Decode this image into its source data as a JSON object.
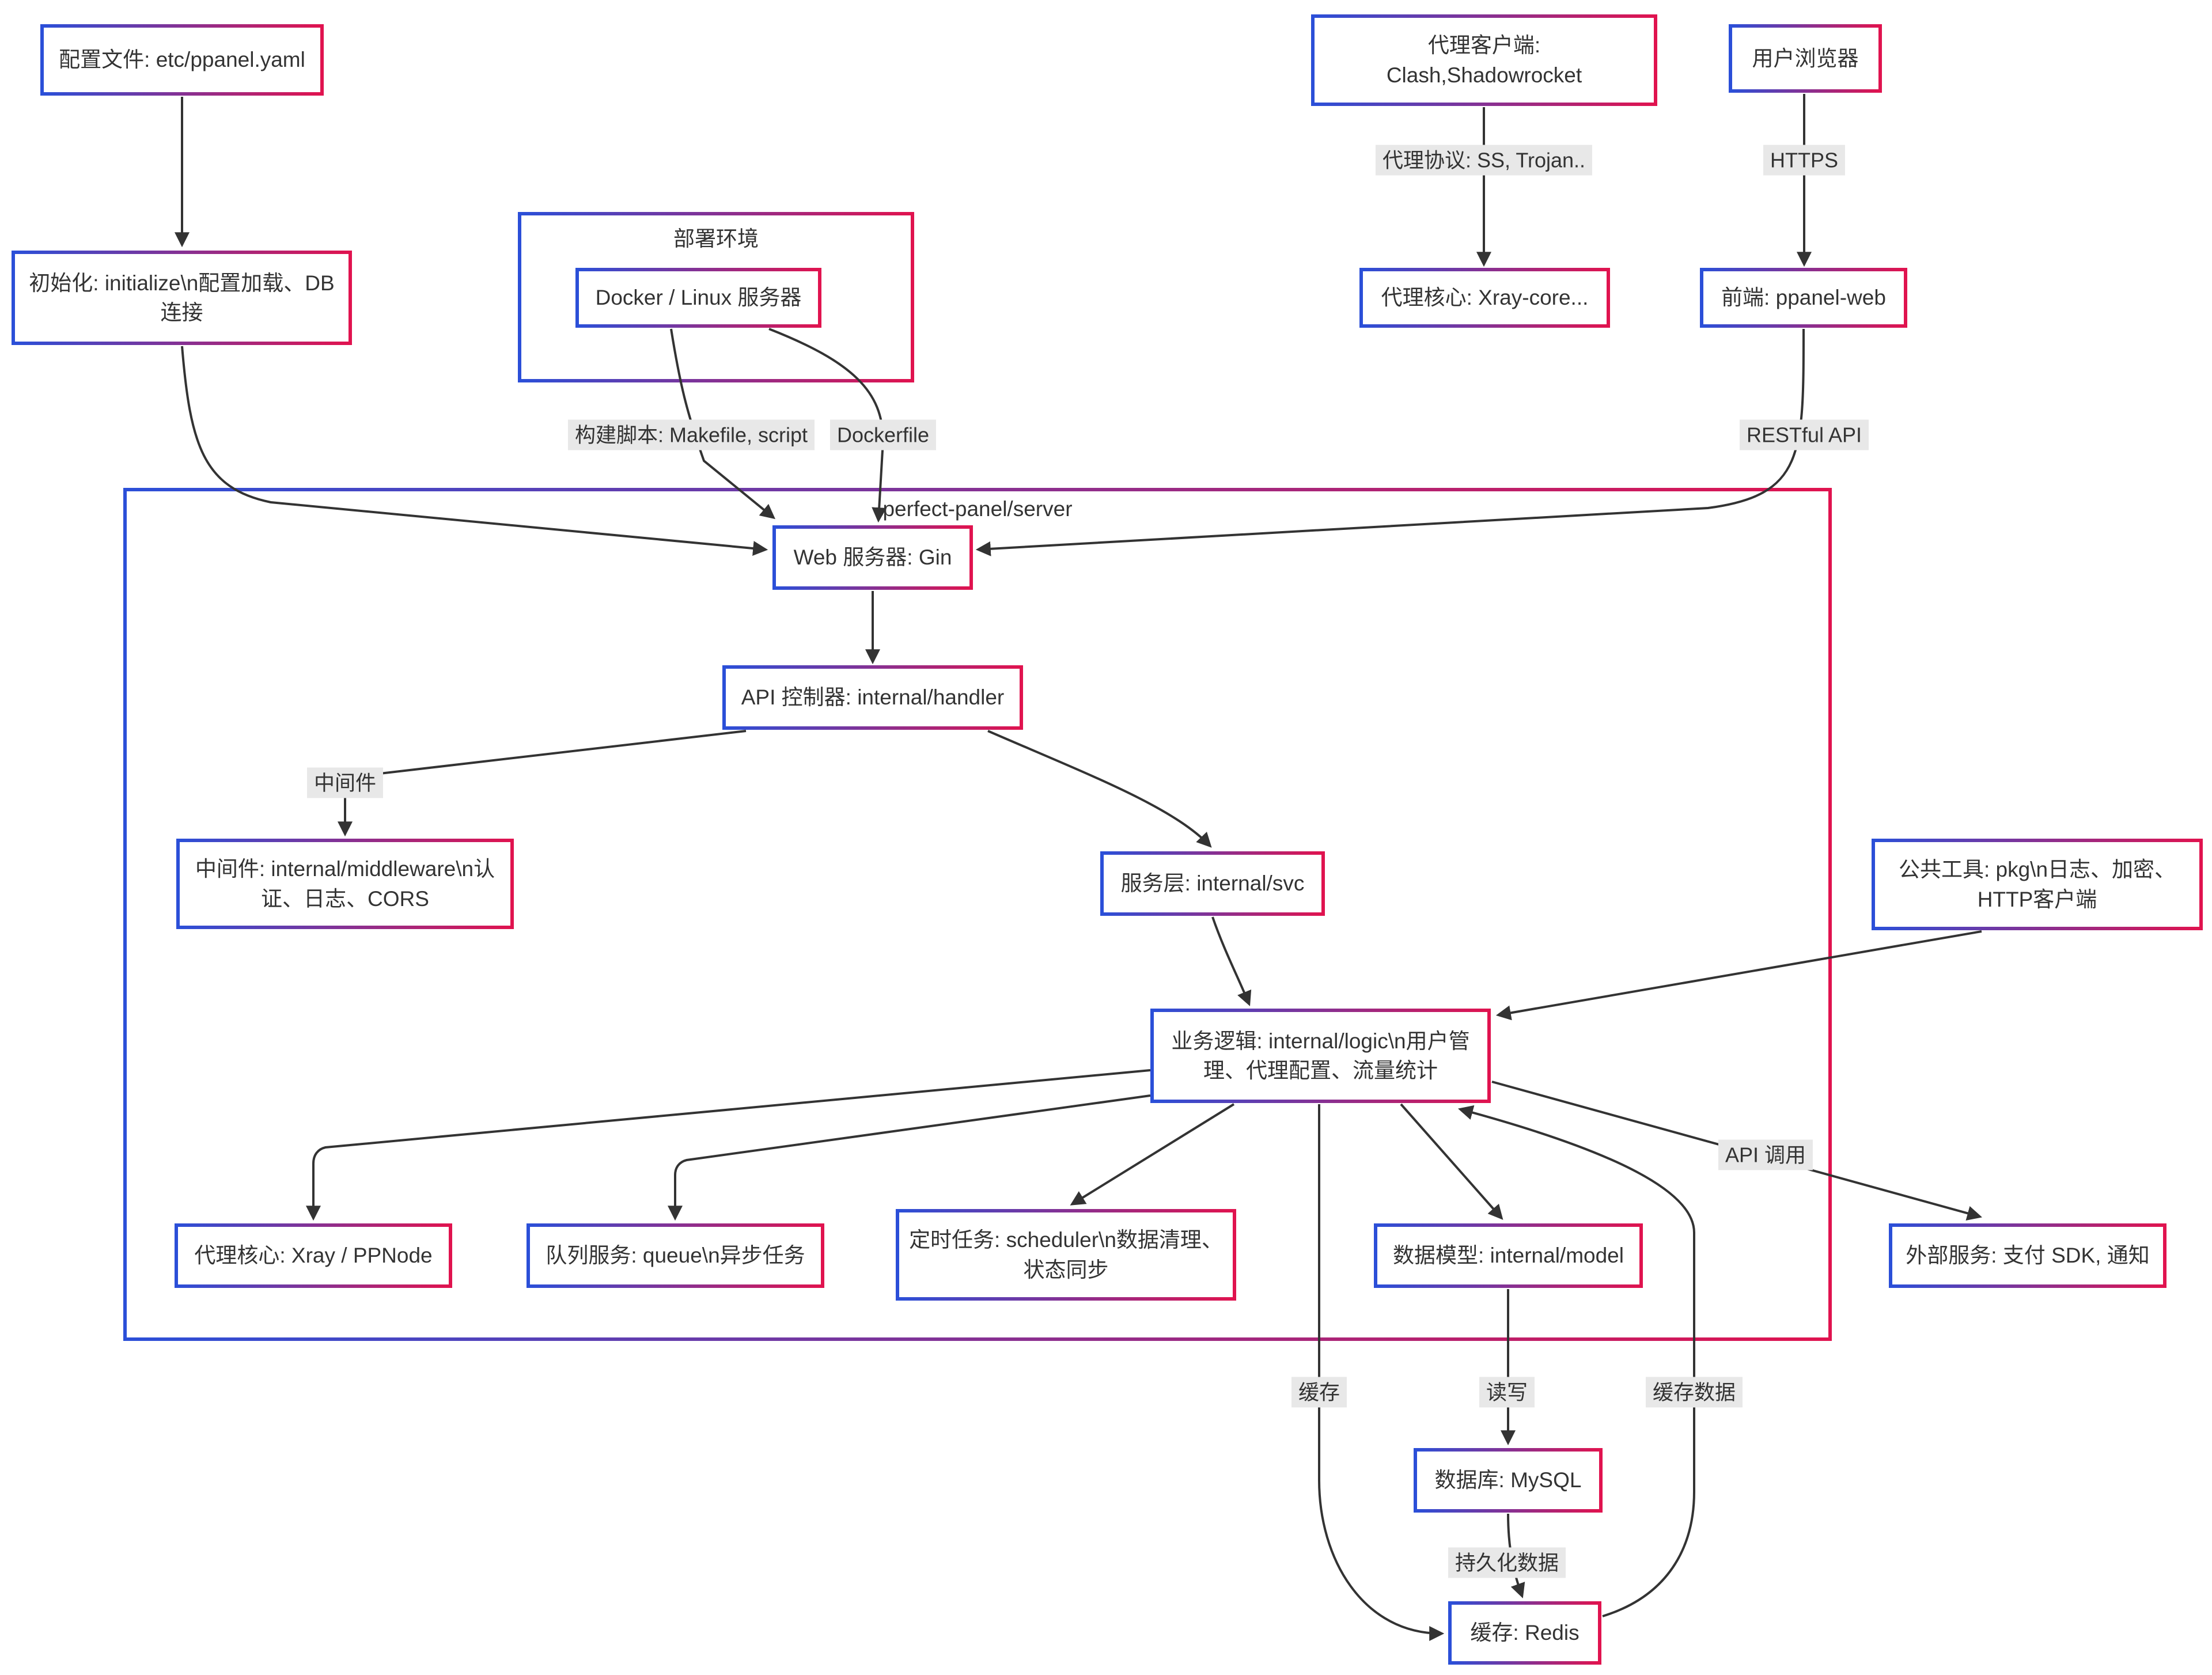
{
  "diagram": {
    "containers": [
      {
        "id": "deploy-env",
        "title": "部署环境"
      },
      {
        "id": "pps",
        "title": "perfect-panel/server"
      }
    ],
    "nodes": [
      {
        "id": "config-file",
        "label": "配置文件: etc/ppanel.yaml"
      },
      {
        "id": "init",
        "label": "初始化: initialize\\n配置加载、DB连接"
      },
      {
        "id": "docker",
        "label": "Docker / Linux 服务器"
      },
      {
        "id": "proxy-client",
        "label": "代理客户端:\nClash,Shadowrocket"
      },
      {
        "id": "proxy-core",
        "label": "代理核心: Xray-core..."
      },
      {
        "id": "browser",
        "label": "用户浏览器"
      },
      {
        "id": "frontend",
        "label": "前端: ppanel-web"
      },
      {
        "id": "web-server",
        "label": "Web 服务器: Gin"
      },
      {
        "id": "api-handler",
        "label": "API 控制器: internal/handler"
      },
      {
        "id": "middleware",
        "label": "中间件: internal/middleware\\n认证、日志、CORS"
      },
      {
        "id": "svc",
        "label": "服务层: internal/svc"
      },
      {
        "id": "logic",
        "label": "业务逻辑: internal/logic\\n用户管理、代理配置、流量统计"
      },
      {
        "id": "pkg",
        "label": "公共工具: pkg\\n日志、加密、HTTP客户端"
      },
      {
        "id": "xray-ppnode",
        "label": "代理核心: Xray / PPNode"
      },
      {
        "id": "queue",
        "label": "队列服务: queue\\n异步任务"
      },
      {
        "id": "scheduler",
        "label": "定时任务: scheduler\\n数据清理、状态同步"
      },
      {
        "id": "model",
        "label": "数据模型: internal/model"
      },
      {
        "id": "external",
        "label": "外部服务: 支付 SDK, 通知"
      },
      {
        "id": "mysql",
        "label": "数据库: MySQL"
      },
      {
        "id": "redis",
        "label": "缓存: Redis"
      }
    ],
    "edge_labels": [
      {
        "id": "proxy-protocol",
        "text": "代理协议: SS, Trojan.."
      },
      {
        "id": "https",
        "text": "HTTPS"
      },
      {
        "id": "build-script",
        "text": "构建脚本: Makefile, script"
      },
      {
        "id": "dockerfile",
        "text": "Dockerfile"
      },
      {
        "id": "restful-api",
        "text": "RESTful API"
      },
      {
        "id": "middleware-label",
        "text": "中间件"
      },
      {
        "id": "api-call",
        "text": "API 调用"
      },
      {
        "id": "cache",
        "text": "缓存"
      },
      {
        "id": "read-write",
        "text": "读写"
      },
      {
        "id": "cache-data",
        "text": "缓存数据"
      },
      {
        "id": "persist",
        "text": "持久化数据"
      }
    ],
    "colors": {
      "border_blue": "#2b4fd8",
      "border_red": "#e0134f",
      "edge": "#333333",
      "label_bg": "#e8e8e8",
      "text": "#333333"
    }
  }
}
